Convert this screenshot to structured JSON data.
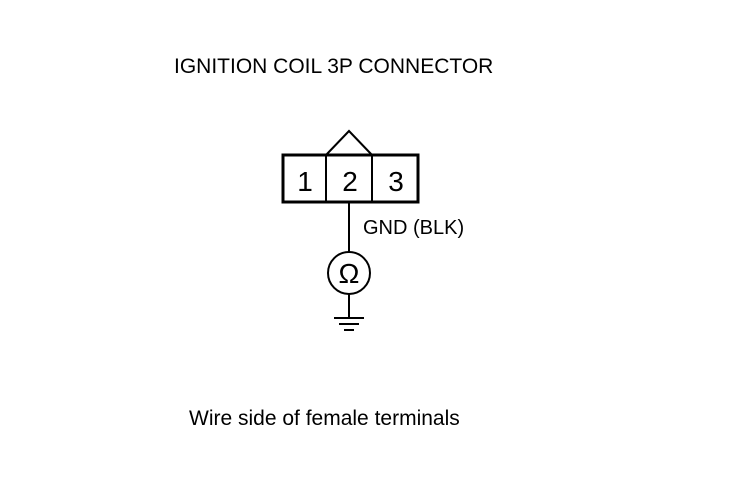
{
  "title": "IGNITION COIL 3P CONNECTOR",
  "connector": {
    "pins": [
      "1",
      "2",
      "3"
    ],
    "probe_pin": "2"
  },
  "wire_label": "GND (BLK)",
  "meter_symbol": "Ω",
  "ground_icon": "ground-icon",
  "caption": "Wire side of female terminals"
}
